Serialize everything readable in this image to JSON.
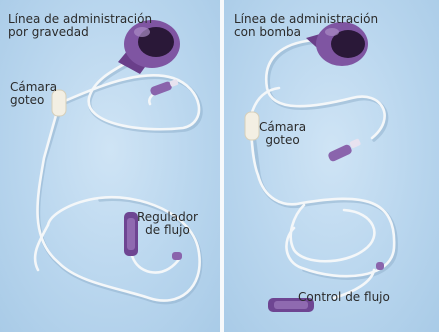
{
  "panels": [
    {
      "title_line1": "Línea de administración",
      "title_line2": "por gravedad",
      "callout_a_line1": "Cámara",
      "callout_a_line2": "goteo",
      "callout_b_line1": "Regulador",
      "callout_b_line2": "de flujo"
    },
    {
      "title_line1": "Línea de administración",
      "title_line2": "con bomba",
      "callout_a_line1": "Cámara",
      "callout_a_line2": "goteo",
      "callout_b_line1": "Control de flujo"
    }
  ],
  "colors": {
    "background": "#b9d6ee",
    "tubing": "#f4f7f9",
    "connector_purple": "#7a4f9a",
    "text": "#2b2b2b"
  }
}
